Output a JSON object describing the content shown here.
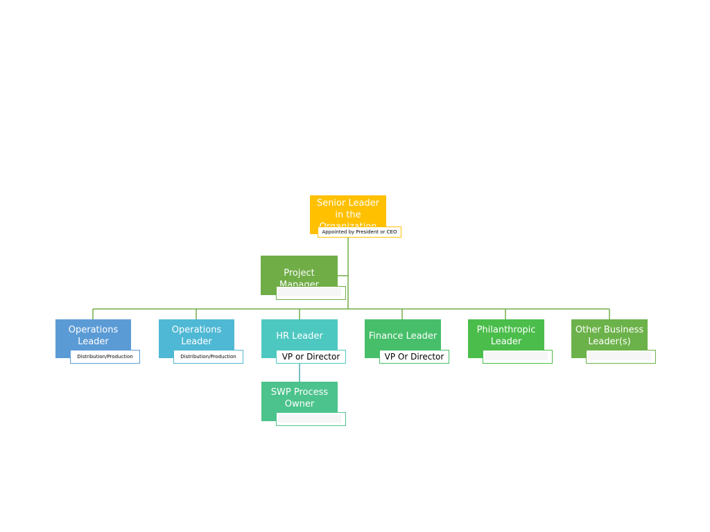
{
  "colors": {
    "connector": "#70ad47",
    "senior": "#ffc000",
    "project": "#70ad47",
    "ops1": "#5b9bd5",
    "ops2": "#4fb8d4",
    "hr": "#4dc8c0",
    "finance": "#47bf6a",
    "philanthropic": "#4bbd4b",
    "other": "#6cb24a",
    "swp": "#4cc38c"
  },
  "nodes": {
    "senior": {
      "title": "Senior Leader in the Organization",
      "tag": "Appointed by President or CEO"
    },
    "project": {
      "title": "Project Manager",
      "tag": ""
    },
    "ops1": {
      "title": "Operations Leader",
      "tag": "Distribution/Production"
    },
    "ops2": {
      "title": "Operations Leader",
      "tag": "Distribution/Production"
    },
    "hr": {
      "title": "HR Leader",
      "tag": "VP or Director"
    },
    "finance": {
      "title": "Finance Leader",
      "tag": "VP Or Director"
    },
    "philanthropic": {
      "title": "Philanthropic Leader",
      "tag": ""
    },
    "other": {
      "title": "Other Business Leader(s)",
      "tag": ""
    },
    "swp": {
      "title": "SWP Process Owner",
      "tag": ""
    }
  }
}
